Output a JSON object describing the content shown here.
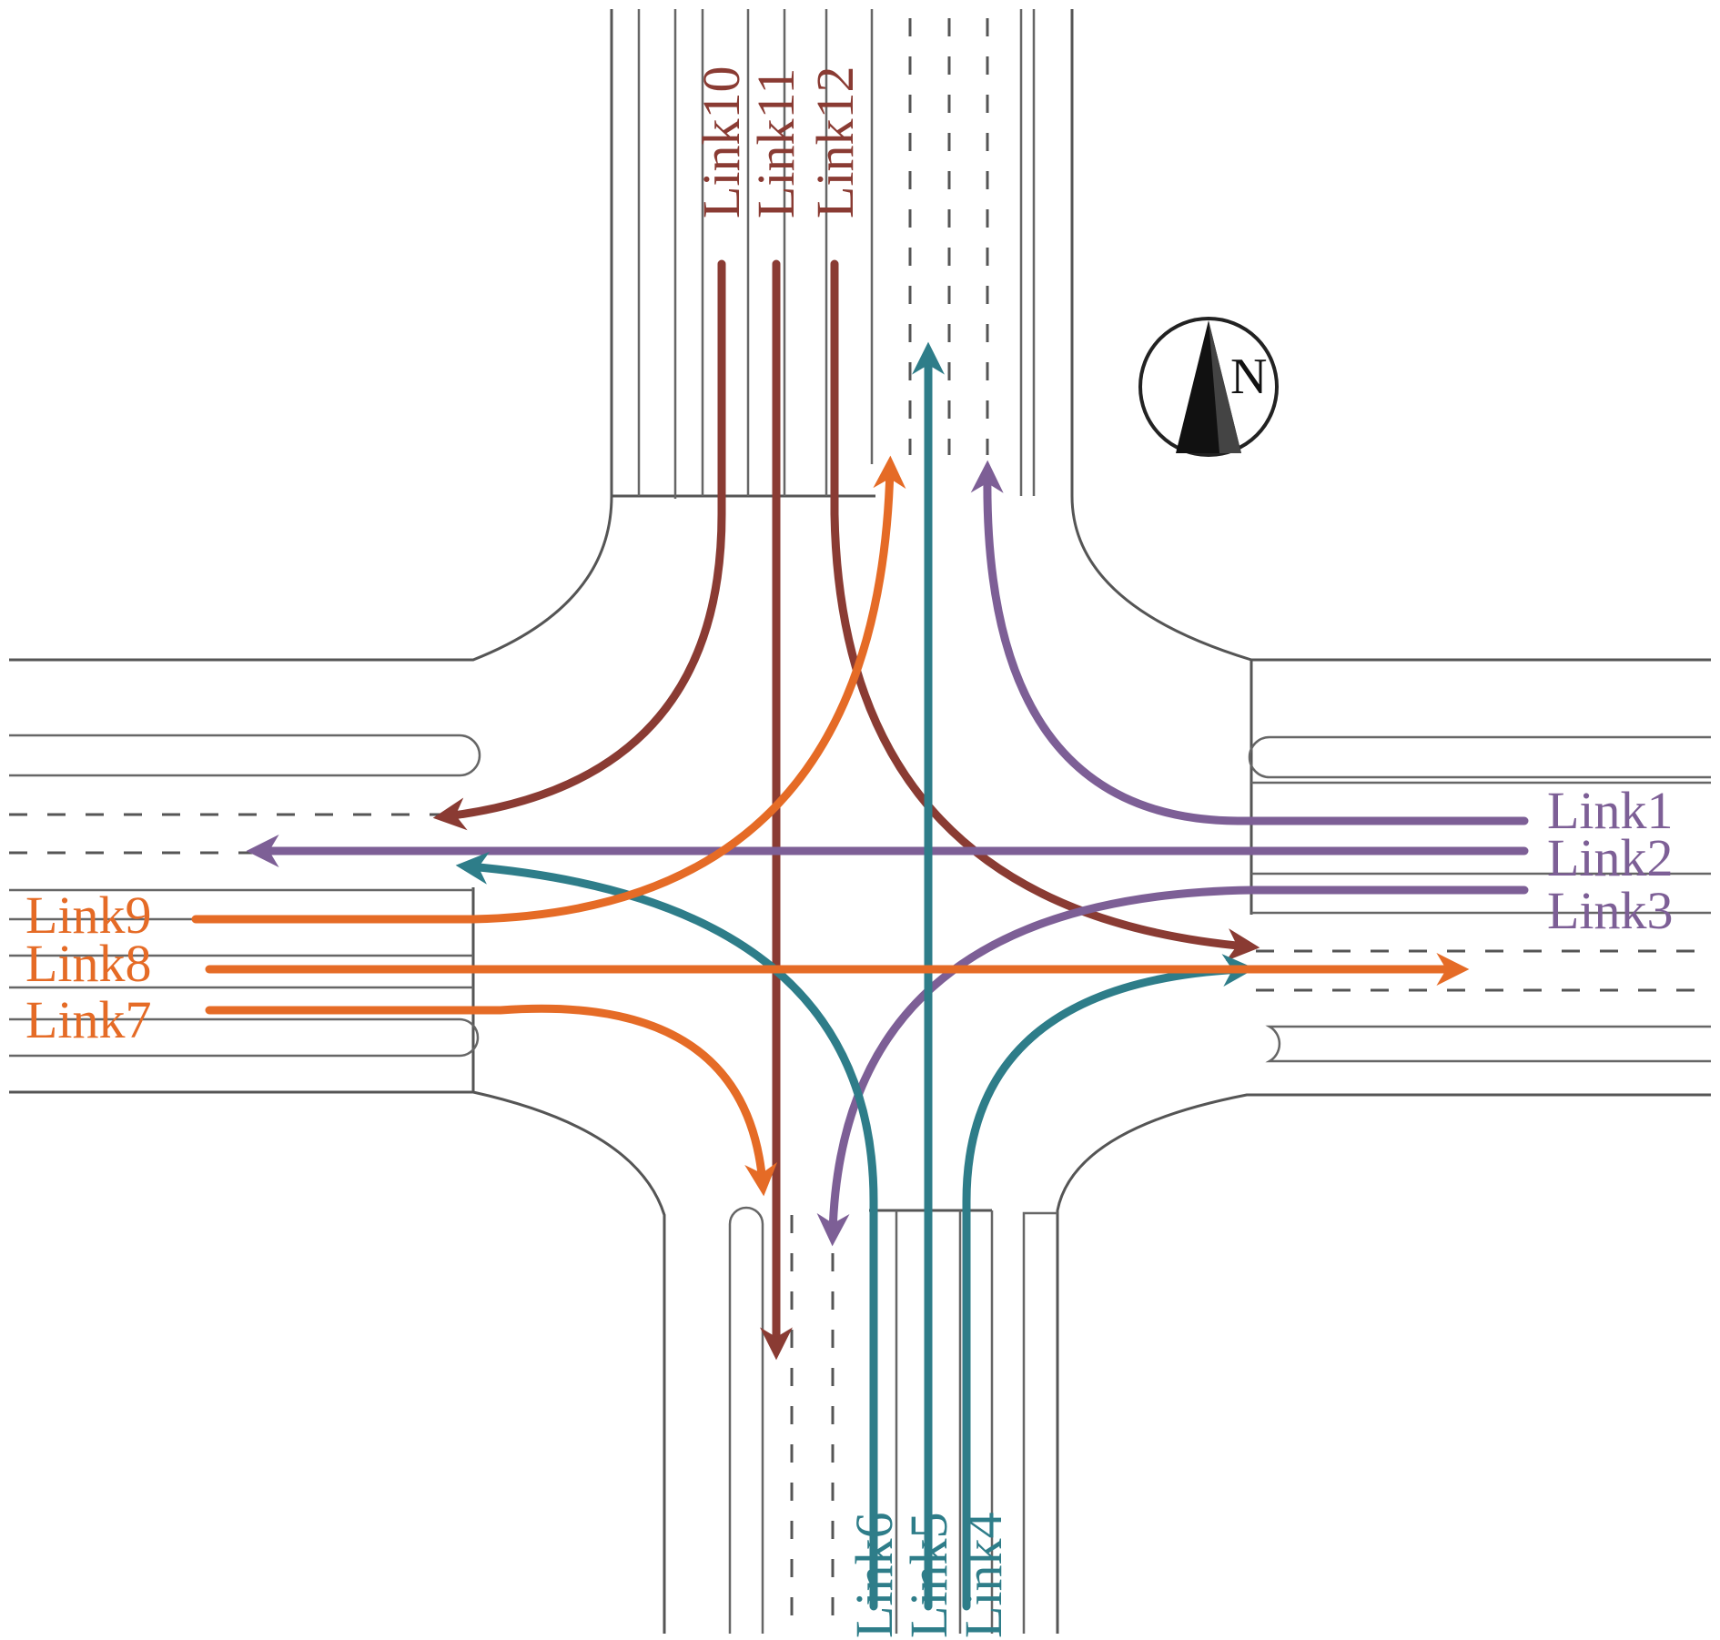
{
  "compass": {
    "letter": "N",
    "icon": "north-arrow-icon"
  },
  "colors": {
    "west": "#e56b26",
    "north": "#8a3b33",
    "east": "#7d5f96",
    "south": "#2e7d89",
    "road": "#555555"
  },
  "approaches": {
    "east": {
      "color_key": "east",
      "links": [
        {
          "id": "link1",
          "label": "Link1"
        },
        {
          "id": "link2",
          "label": "Link2"
        },
        {
          "id": "link3",
          "label": "Link3"
        }
      ]
    },
    "south": {
      "color_key": "south",
      "links": [
        {
          "id": "link4",
          "label": "Link4"
        },
        {
          "id": "link5",
          "label": "Link5"
        },
        {
          "id": "link6",
          "label": "Link6"
        }
      ]
    },
    "west": {
      "color_key": "west",
      "links": [
        {
          "id": "link7",
          "label": "Link7"
        },
        {
          "id": "link8",
          "label": "Link8"
        },
        {
          "id": "link9",
          "label": "Link9"
        }
      ]
    },
    "north": {
      "color_key": "north",
      "links": [
        {
          "id": "link10",
          "label": "Link10"
        },
        {
          "id": "link11",
          "label": "Link11"
        },
        {
          "id": "link12",
          "label": "Link12"
        }
      ]
    }
  }
}
